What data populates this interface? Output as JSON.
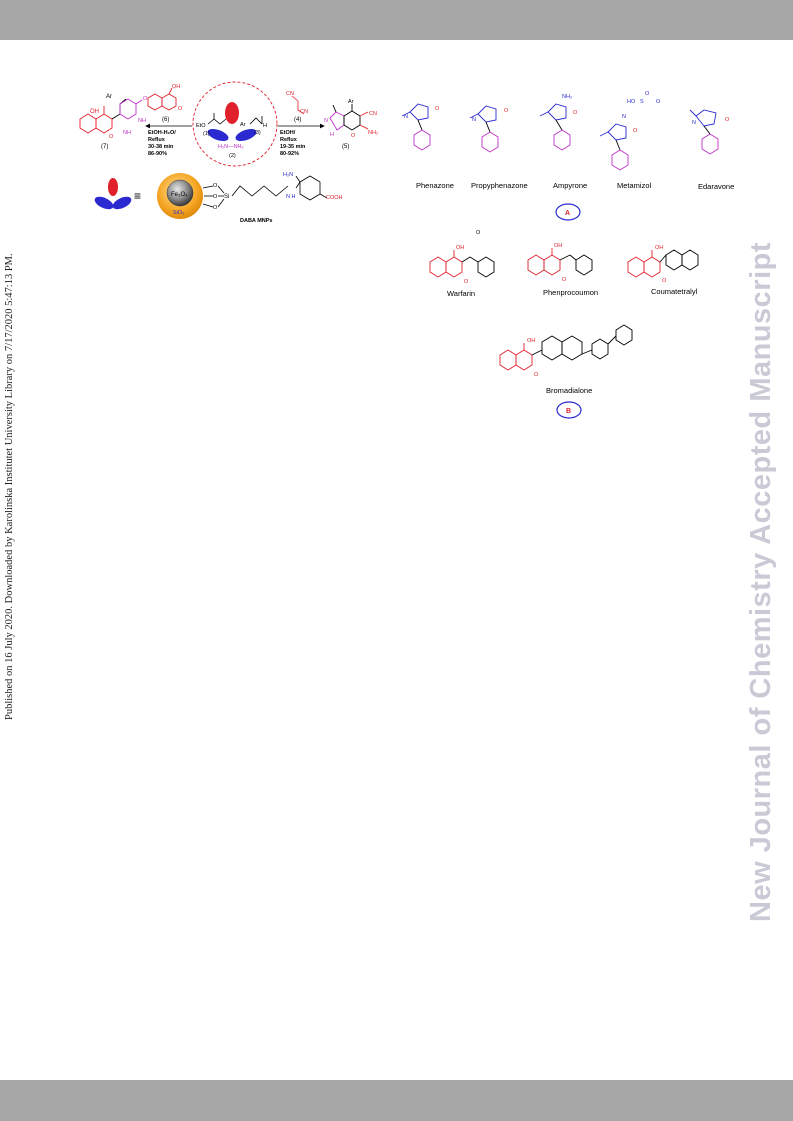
{
  "side_note": "Published on 16 July 2020. Downloaded by Karolinska Institutet University Library on 7/17/2020 5:47:13 PM.",
  "watermark": "New Journal of Chemistry Accepted Manuscript",
  "scheme": {
    "reagent6_label": "(6)",
    "reagent4_label": "(4)",
    "cond_left": [
      "EtOH-H₂O/",
      "Reflux",
      "30-38 min",
      "86-90%"
    ],
    "cond_right": [
      "EtOH/",
      "Reflux",
      "19-35 min",
      "80-92%"
    ],
    "product7_label": "(7)",
    "product5_label": "(5)",
    "center_labels": {
      "c1": "(1)",
      "c2": "(2)",
      "c3": "(3)",
      "etO": "EtO",
      "ar": "Ar",
      "h": "H",
      "hydrazine": "H₂N—NH₂"
    },
    "substituents": {
      "ar": "Ar",
      "oh": "OH",
      "o": "O",
      "nh": "NH",
      "cn": "CN",
      "nh2": "NH₂",
      "n": "N",
      "h": "H"
    }
  },
  "catalyst": {
    "equiv": "≡",
    "core": "Fe₃O₄",
    "shell": "SiO₂",
    "si": "Si",
    "o": "O",
    "nh": "N H",
    "h2n": "H₂N",
    "cooh": "COOH",
    "name": "DABA MNPs"
  },
  "panelA": {
    "drugs": [
      "Phenazone",
      "Propyphenazone",
      "Ampyrone",
      "Metamizol",
      "Edaravone"
    ],
    "badge": "A",
    "atom_labels": {
      "n": "N",
      "o": "O",
      "nh2": "NH₂",
      "ho": "HO",
      "s": "S"
    }
  },
  "panelB": {
    "drugs": [
      "Warfarin",
      "Phenprocoumon",
      "Coumatetralyl",
      "Bromadialone"
    ],
    "badge": "B",
    "atom_labels": {
      "oh": "OH",
      "o": "O"
    }
  }
}
